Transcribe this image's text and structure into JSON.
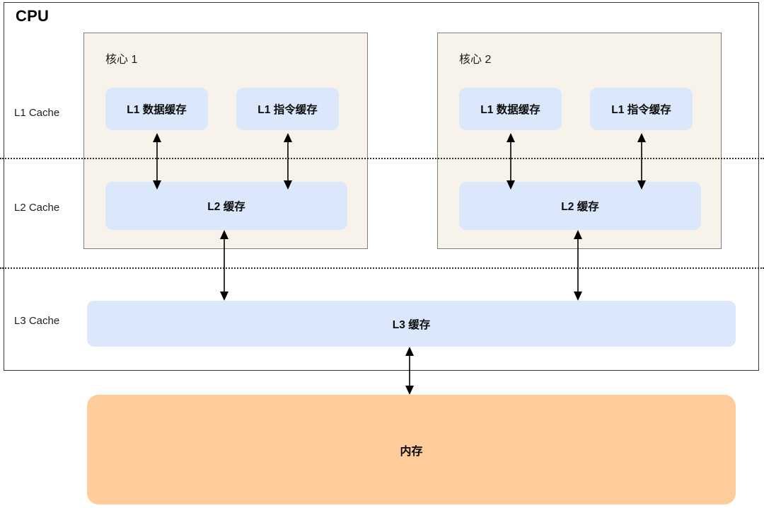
{
  "diagram": {
    "title": "CPU",
    "tier_labels": {
      "l1": "L1 Cache",
      "l2": "L2 Cache",
      "l3": "L3 Cache"
    },
    "cores": [
      {
        "title": "核心 1",
        "l1_data": "L1 数据缓存",
        "l1_instruction": "L1 指令缓存",
        "l2": "L2 缓存"
      },
      {
        "title": "核心 2",
        "l1_data": "L1 数据缓存",
        "l1_instruction": "L1 指令缓存",
        "l2": "L2 缓存"
      }
    ],
    "l3_cache": "L3 缓存",
    "memory": "内存",
    "colors": {
      "cache_fill": "#dbe8fb",
      "memory_fill": "#ffcd9b",
      "core_fill": "#f7f3ea",
      "core_border": "#7f7f7f",
      "cpu_border": "#363636",
      "arrow": "#000000",
      "divider": "#2b2b2b"
    }
  }
}
